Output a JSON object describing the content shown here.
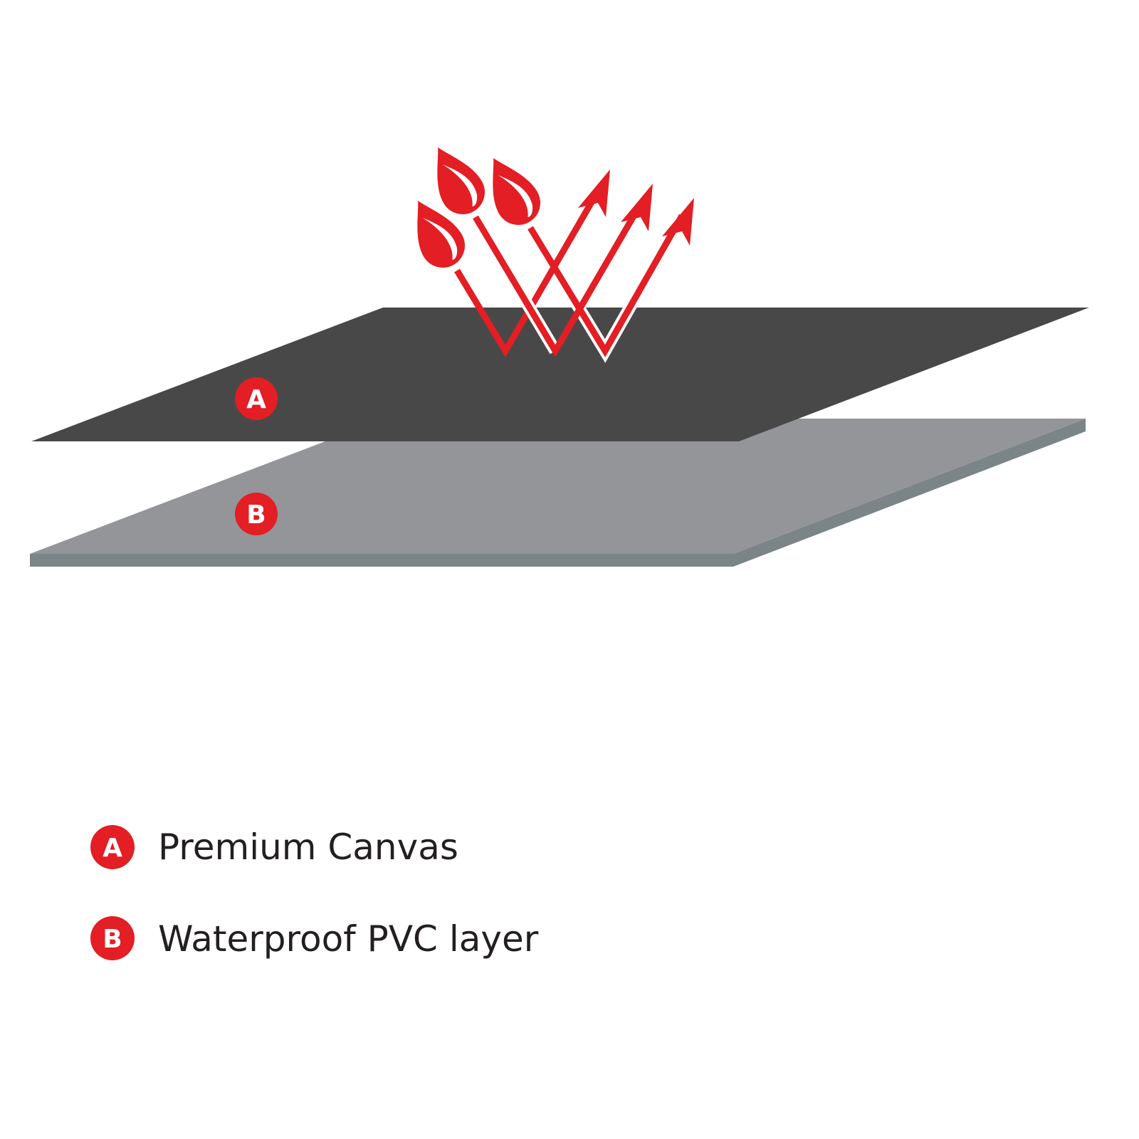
{
  "colors": {
    "accent": "#e31e24",
    "canvas_layer": "#484848",
    "pvc_layer_top": "#939598",
    "pvc_layer_edge": "#7b8588",
    "text": "#231f20"
  },
  "diagram": {
    "layer_a_badge": "A",
    "layer_b_badge": "B",
    "icons": [
      "water-drop-icon",
      "water-drop-icon",
      "water-drop-icon",
      "deflect-arrow-icon",
      "deflect-arrow-icon",
      "deflect-arrow-icon"
    ]
  },
  "legend": [
    {
      "badge": "A",
      "label": "Premium Canvas"
    },
    {
      "badge": "B",
      "label": "Waterproof PVC layer"
    }
  ]
}
